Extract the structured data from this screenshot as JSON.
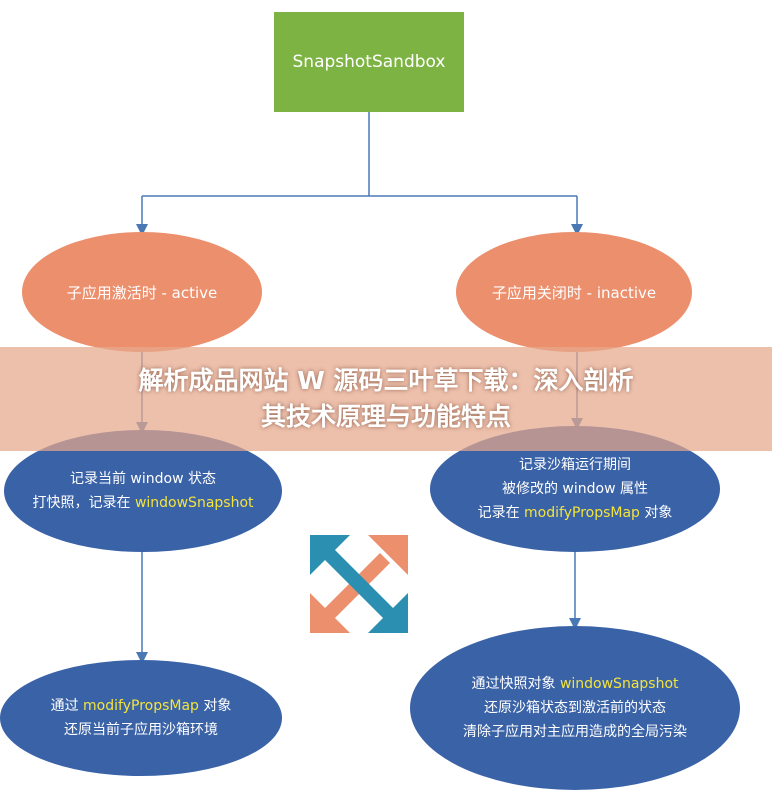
{
  "root": {
    "label": "SnapshotSandbox"
  },
  "branches": {
    "active": "子应用激活时 - active",
    "inactive": "子应用关闭时 - inactive"
  },
  "steps": {
    "record_window": {
      "line1": "记录当前 window 状态",
      "line2_pre": "打快照，记录在 ",
      "line2_hl": "windowSnapshot"
    },
    "record_props": {
      "line1": "记录沙箱运行期间",
      "line2": "被修改的 window 属性",
      "line3_pre": "记录在 ",
      "line3_hl": "modifyPropsMap",
      "line3_post": " 对象"
    },
    "restore_props": {
      "line1_pre": "通过 ",
      "line1_hl": "modifyPropsMap",
      "line1_post": " 对象",
      "line2": "还原当前子应用沙箱环境"
    },
    "restore_snapshot": {
      "line1_pre": "通过快照对象 ",
      "line1_hl": "windowSnapshot",
      "line2": "还原沙箱状态到激活前的状态",
      "line3": "清除子应用对主应用造成的全局污染"
    }
  },
  "banner": {
    "line1": "解析成品网站 W 源码三叶草下载：深入剖析",
    "line2": "其技术原理与功能特点"
  },
  "colors": {
    "root": "#7cb342",
    "branch": "#ec8f6d",
    "step": "#3a62a7",
    "highlight": "#f3e43c",
    "connector": "#4a78b5",
    "icon_orange": "#ec8f6d",
    "icon_teal": "#2a8fb0"
  },
  "icon": "expand-arrows-icon"
}
